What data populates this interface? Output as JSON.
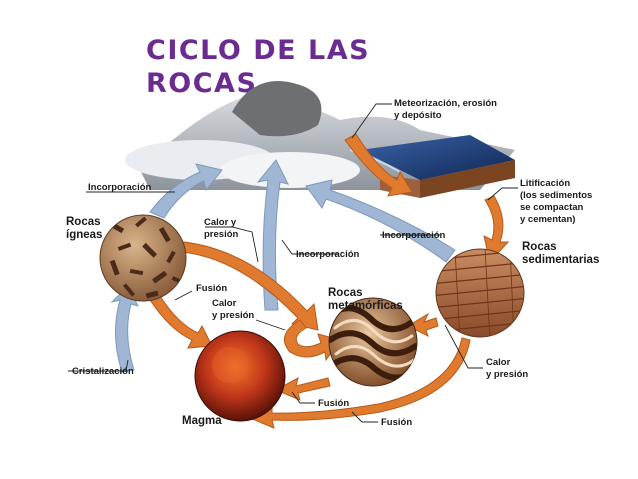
{
  "title": {
    "line1": "CICLO DE LAS",
    "line2": "ROCAS"
  },
  "nodes": {
    "igneas": [
      "Rocas",
      "ígneas"
    ],
    "sedimentarias": [
      "Rocas",
      "sedimentarias"
    ],
    "metamorficas": [
      "Rocas",
      "metamórficas"
    ],
    "magma": "Magma"
  },
  "processes": {
    "meteorizacion": [
      "Meteorización, erosión",
      "y depósito"
    ],
    "litificacion": [
      "Litificación",
      "(los sedimentos",
      "se compactan",
      "y cementan)"
    ],
    "incorporacion_top": "Incorporación",
    "incorporacion_mid": "Incorporación",
    "incorporacion_right": "Incorporación",
    "calor_presion_igneas": [
      "Calor y",
      "presión"
    ],
    "fusion_igneas": "Fusión",
    "calor_presion_magma": [
      "Calor",
      "y presión"
    ],
    "calor_presion_sed": [
      "Calor",
      "y presión"
    ],
    "cristalizacion": "Cristalización",
    "fusion_meta": "Fusión",
    "fusion_bottom": "Fusión"
  },
  "colors": {
    "title": "#6a2c91",
    "arrow_orange": "#e07a2e",
    "arrow_blue": "#9fb6d4",
    "magma": "#c0361a",
    "sea": "#1c3f78"
  }
}
